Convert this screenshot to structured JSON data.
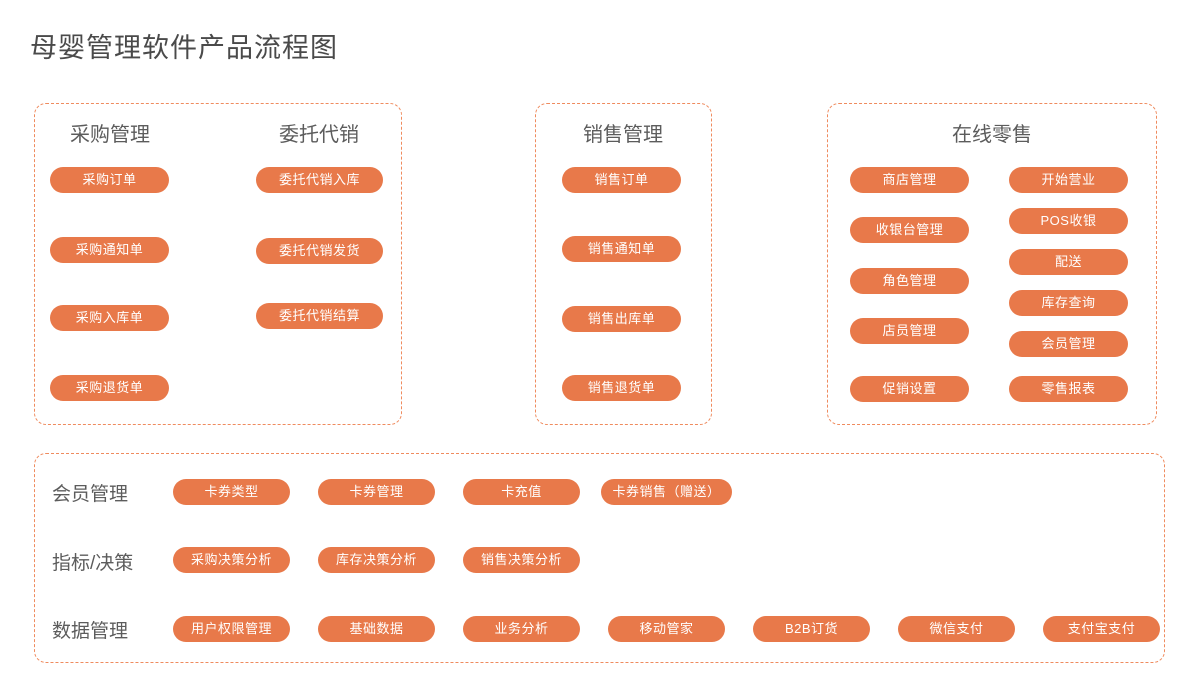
{
  "page": {
    "title": "母婴管理软件产品流程图",
    "accent_color": "#e8794a",
    "border_color": "#ef8b5e",
    "title_color": "#4a4a4a",
    "background": "#ffffff"
  },
  "panels": [
    {
      "name": "procurement-consignment",
      "columns": [
        {
          "title": "采购管理",
          "items": [
            "采购订单",
            "采购通知单",
            "采购入库单",
            "采购退货单"
          ]
        },
        {
          "title": "委托代销",
          "items": [
            "委托代销入库",
            "委托代销发货",
            "委托代销结算"
          ]
        }
      ]
    },
    {
      "name": "sales-management",
      "columns": [
        {
          "title": "销售管理",
          "items": [
            "销售订单",
            "销售通知单",
            "销售出库单",
            "销售退货单"
          ]
        }
      ]
    },
    {
      "name": "online-retail",
      "columns": [
        {
          "title": "在线零售",
          "items": [
            "商店管理",
            "收银台管理",
            "角色管理",
            "店员管理",
            "促销设置"
          ]
        },
        {
          "title": "",
          "items": [
            "开始营业",
            "POS收银",
            "配送",
            "库存查询",
            "会员管理",
            "零售报表"
          ]
        }
      ]
    }
  ],
  "bottom_panel": {
    "name": "platform-services",
    "rows": [
      {
        "label": "会员管理",
        "items": [
          "卡券类型",
          "卡券管理",
          "卡充值",
          "卡券销售（赠送）"
        ]
      },
      {
        "label": "指标/决策",
        "items": [
          "采购决策分析",
          "库存决策分析",
          "销售决策分析"
        ]
      },
      {
        "label": "数据管理",
        "items": [
          "用户权限管理",
          "基础数据",
          "业务分析",
          "移动管家",
          "B2B订货",
          "微信支付",
          "支付宝支付"
        ]
      }
    ]
  }
}
